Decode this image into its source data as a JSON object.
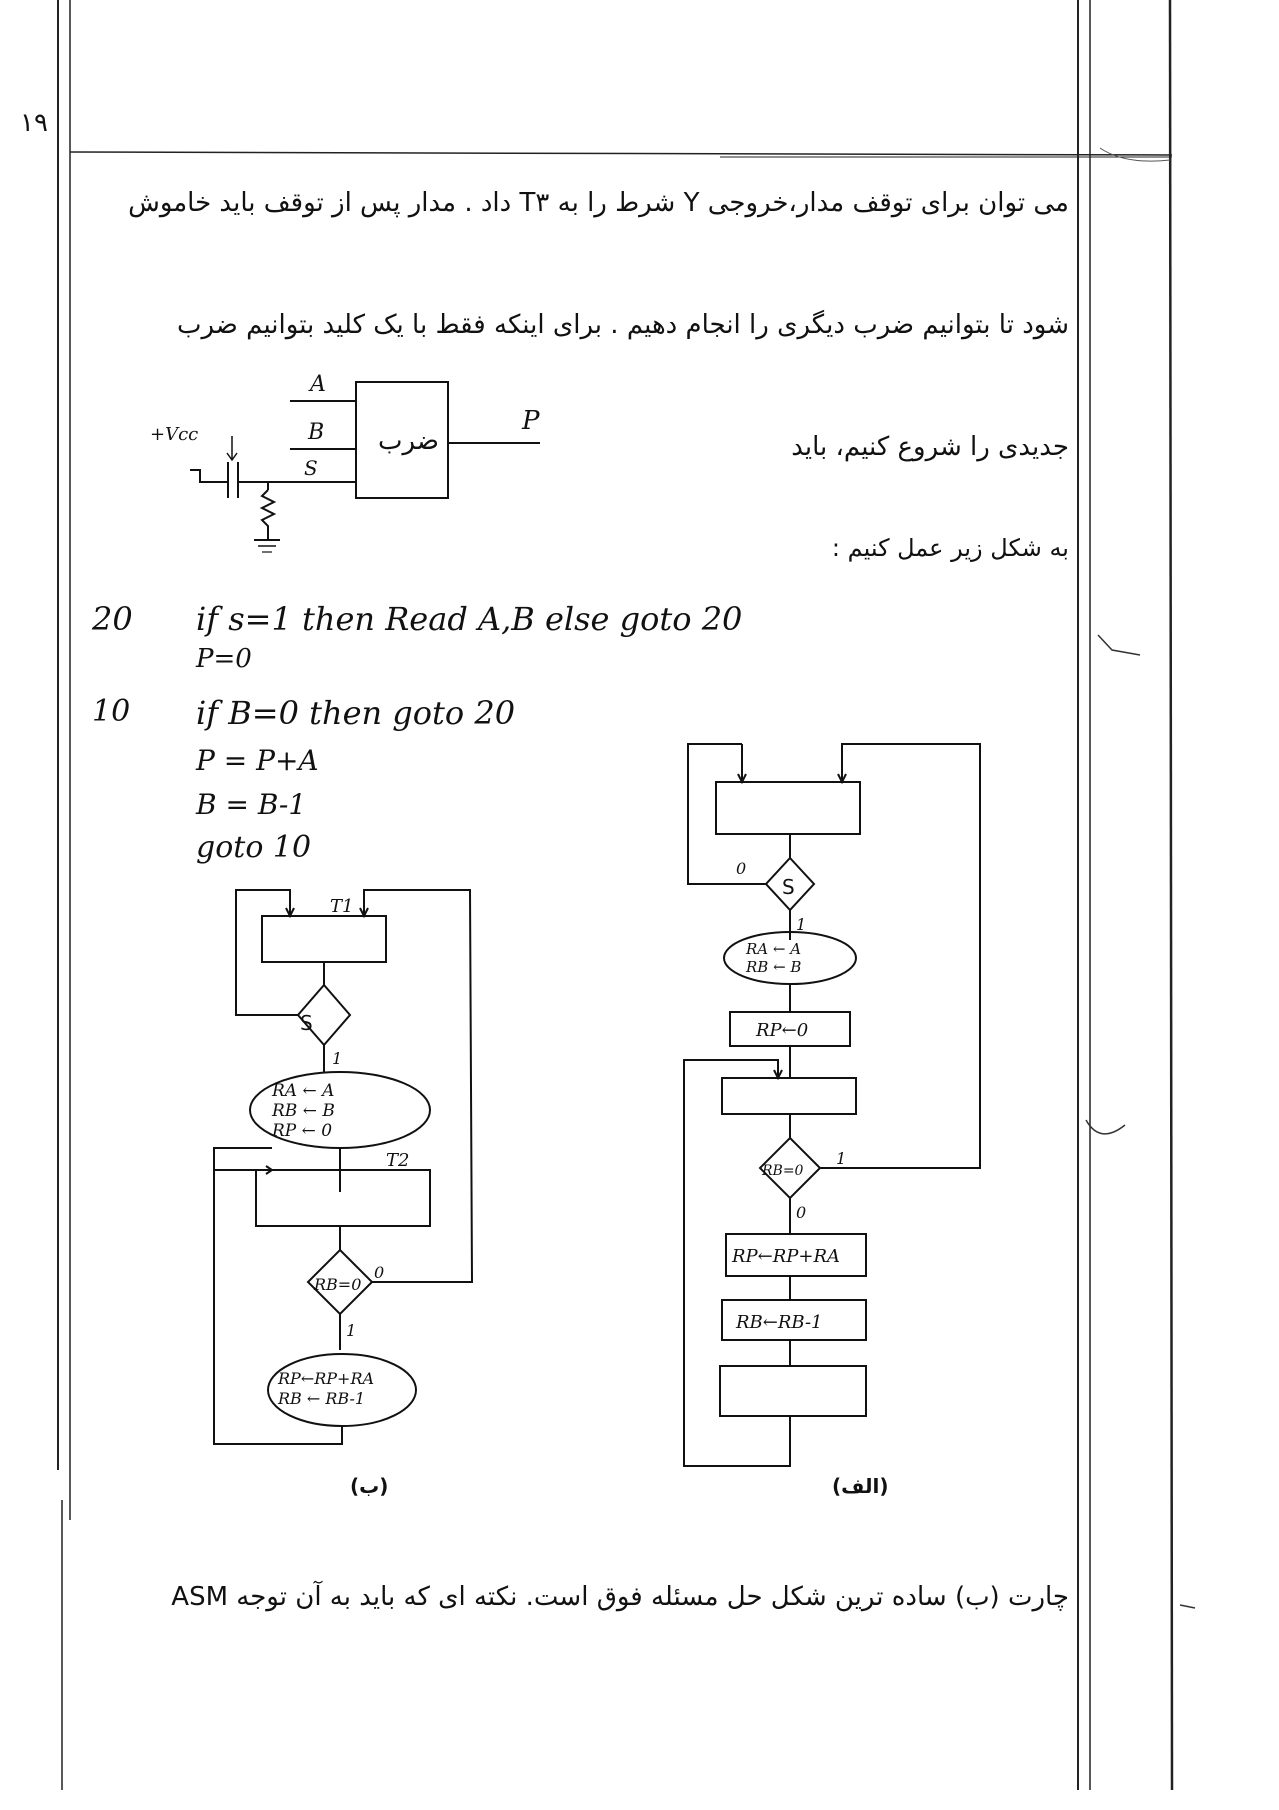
{
  "page_number": "۱۹",
  "text_lines": [
    "می توان برای توقف مدار،خروجی Y شرط را به T۳ داد . مدار پس از توقف باید خاموش",
    "شود تا بتوانیم ضرب دیگری را انجام دهیم . برای اینکه فقط با یک کلید بتوانیم ضرب",
    "جدیدی را شروع کنیم، باید",
    "به شکل زیر عمل کنیم :"
  ],
  "circuit": {
    "input_a": "A",
    "input_b": "B",
    "input_s": "S",
    "block_label": "ضرب",
    "output": "P",
    "vcc": "+Vcc"
  },
  "algorithm": [
    {
      "num": "20",
      "code": "if  s=1   then   Read A,B   else   goto  20"
    },
    {
      "num": "",
      "code": "P=0"
    },
    {
      "num": "10",
      "code": "if  B=0   then   goto  20"
    },
    {
      "num": "",
      "code": "P = P+A"
    },
    {
      "num": "",
      "code": "B = B-1"
    },
    {
      "num": "",
      "code": "goto  10"
    }
  ],
  "chart_b": {
    "t1": "T1",
    "t2": "T2",
    "cond_s": "S",
    "out1": "1",
    "oval1": [
      "RA ← A",
      "RB ← B",
      "RP ← 0"
    ],
    "cond_rb": "RB=0",
    "out0": "0",
    "out1b": "1",
    "oval2": [
      "RP←RP+RA",
      "RB ← RB-1"
    ],
    "caption": "(ب)"
  },
  "chart_a": {
    "out0": "0",
    "cond_s": "S",
    "out1": "1",
    "oval1": [
      "RA ← A",
      "RB ← B"
    ],
    "box_rp": "RP←0",
    "cond_rb": "RB=0",
    "out1b": "1",
    "out0b": "0",
    "box_add": "RP←RP+RA",
    "box_dec": "RB←RB-1",
    "caption": "(الف)"
  },
  "footer_text": "ASM چارت (ب) ساده ترین شکل حل مسئله فوق است. نکته ای که باید به آن توجه"
}
